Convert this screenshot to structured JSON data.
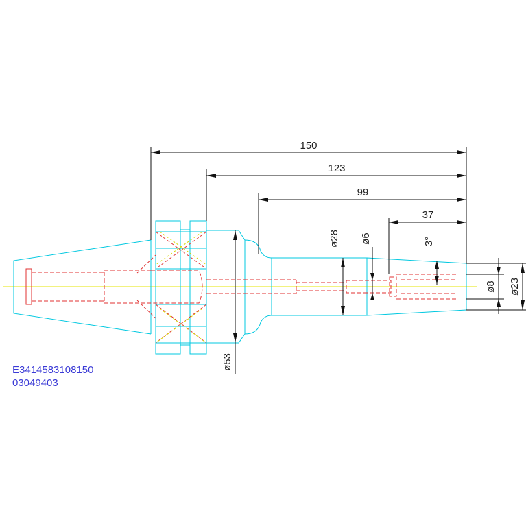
{
  "dimensions": {
    "length_total": "150",
    "length_123": "123",
    "length_99": "99",
    "length_37": "37",
    "dia_28": "ø28",
    "dia_6": "ø6",
    "angle_3": "3°",
    "dia_8": "ø8",
    "dia_23": "ø23",
    "dia_53": "ø53"
  },
  "part_code": {
    "line1": "E3414583108150",
    "line2": "03049403"
  },
  "colors": {
    "outline": "#00c8e0",
    "hidden": "#e03030",
    "centerline": "#e6e600",
    "dimension": "#111111",
    "code_text": "#3b3bd6"
  }
}
